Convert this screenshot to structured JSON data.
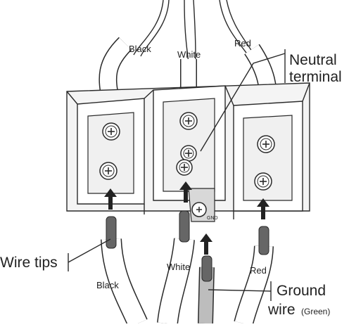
{
  "labels": {
    "black_top": "Black",
    "white_top": "White",
    "red_top": "Red",
    "neutral_line1": "Neutral",
    "neutral_line2": "terminal",
    "wire_tips": "Wire tips",
    "white_bottom": "White",
    "black_bottom": "Black",
    "red_bottom": "Red",
    "ground_line1": "Ground",
    "ground_line2_main": "wire",
    "ground_line2_paren": "(Green)",
    "ground_tab": "GND"
  },
  "colors": {
    "line": "#2a2a2a",
    "block_fill": "#f4f4f4",
    "shade": "#d8d8d8",
    "wire_tip": "#666666",
    "ground_wire": "#bdbdbd",
    "arrow": "#222222"
  },
  "icons": {
    "screw": "phillips-screw-icon",
    "arrow": "up-arrow-icon"
  }
}
